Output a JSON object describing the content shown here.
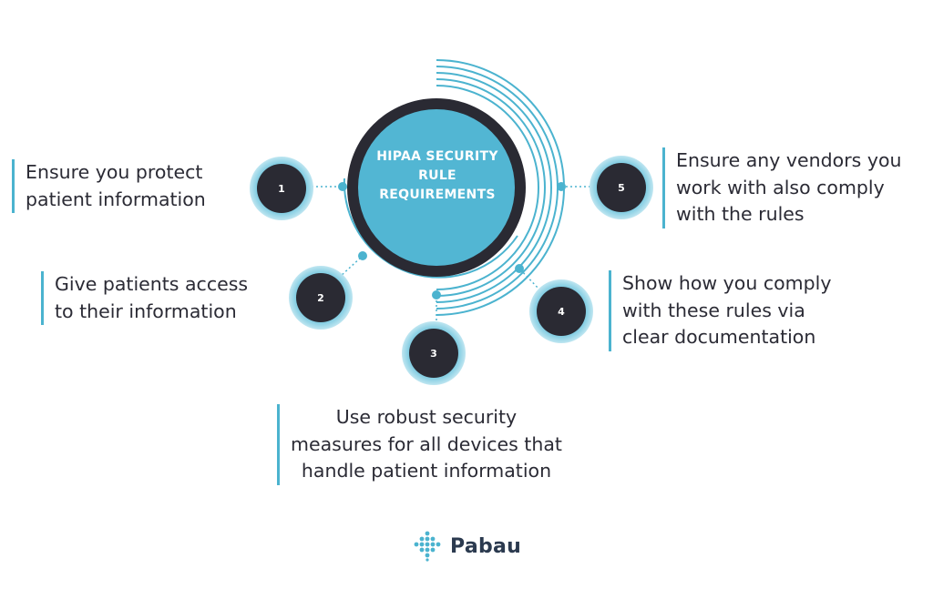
{
  "title": "HIPAA SECURITY RULE REQUIREMENTS",
  "steps": [
    {
      "number": "1",
      "text": "Ensure you protect\npatient information"
    },
    {
      "number": "2",
      "text": "Give patients access\nto their information"
    },
    {
      "number": "3",
      "text": "Use robust security\nmeasures for all devices that\nhandle patient information"
    },
    {
      "number": "4",
      "text": "Show how you comply\nwith these rules via\nclear documentation"
    },
    {
      "number": "5",
      "text": "Ensure any vendors you\nwork with also comply\nwith the rules"
    }
  ],
  "brand": {
    "name": "Pabau",
    "logo_icon": "pabau-diamond-dots-icon"
  },
  "colors": {
    "accent": "#4bb3cf",
    "center_fill": "#52b6d3",
    "dark": "#2b2b35",
    "ring": "#2a2a33"
  }
}
